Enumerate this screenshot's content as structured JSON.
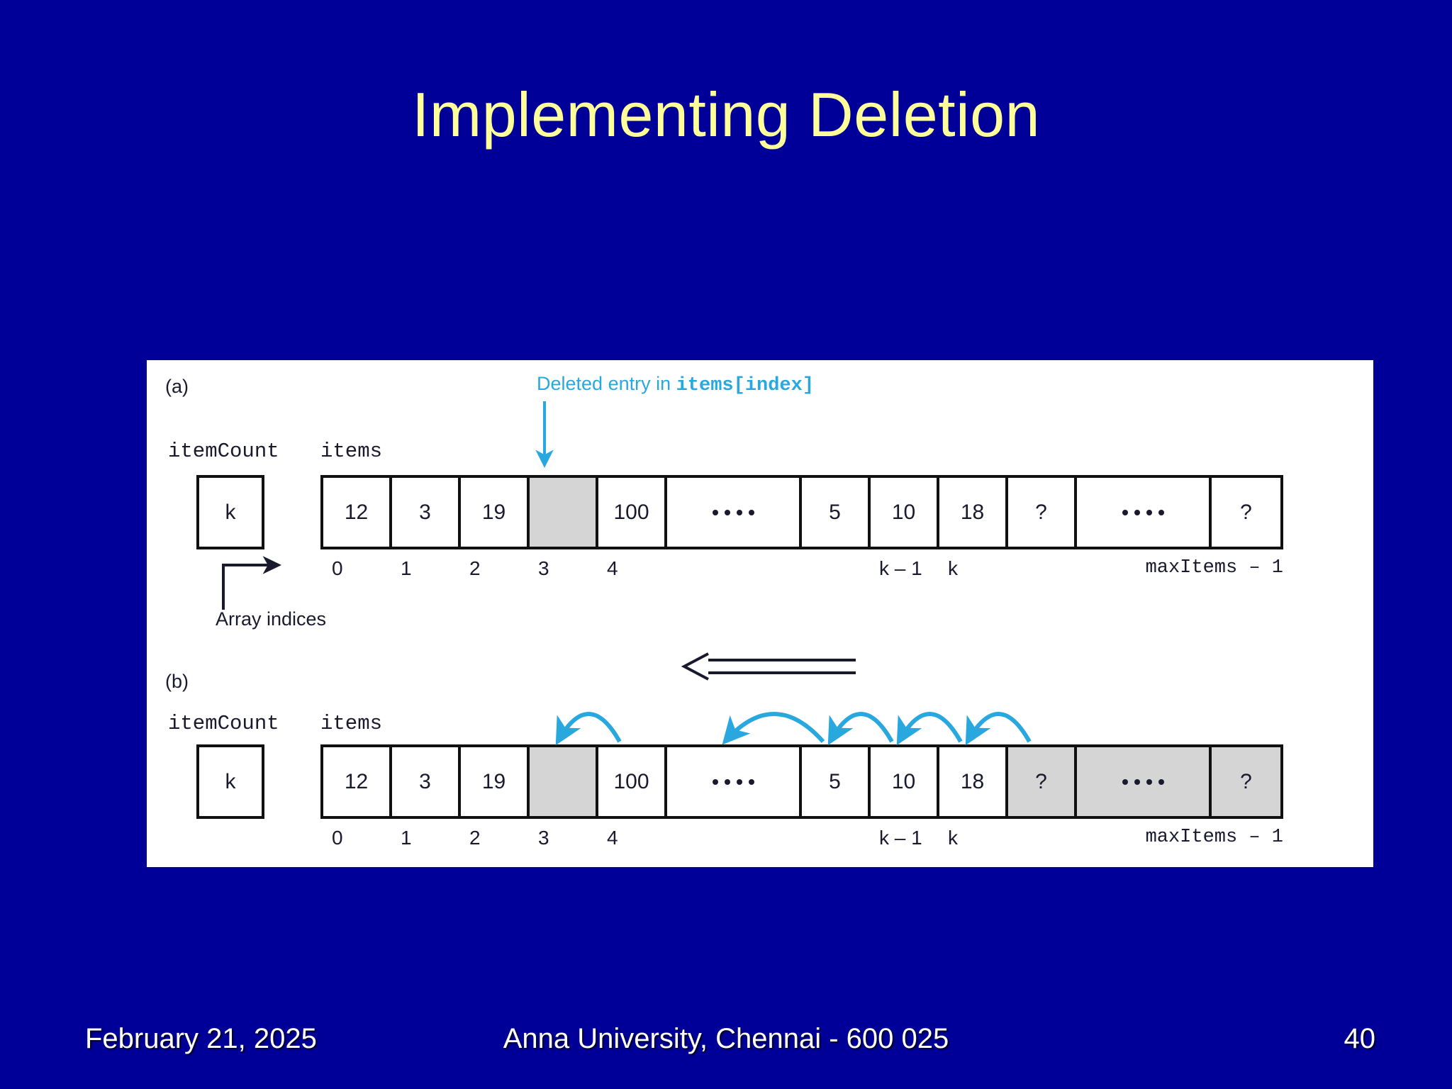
{
  "slide": {
    "title": "Implementing Deletion",
    "title_color": "#FFFF99",
    "background_color": "#000099",
    "panel_color": "#FFFFFF"
  },
  "figure": {
    "accent_color": "#29A8E0",
    "shade_color": "#D5D5D5",
    "part_a": {
      "part_label": "(a)",
      "item_count_label": "itemCount",
      "items_label": "items",
      "item_count_value": "k",
      "callout_prefix": "Deleted entry in ",
      "callout_code": "items[index]",
      "indices_note": "Array indices",
      "cells": [
        {
          "value": "12",
          "type": "value",
          "shaded": false,
          "width": 97
        },
        {
          "value": "3",
          "type": "value",
          "shaded": false,
          "width": 97
        },
        {
          "value": "19",
          "type": "value",
          "shaded": false,
          "width": 97
        },
        {
          "value": "",
          "type": "empty",
          "shaded": true,
          "width": 97
        },
        {
          "value": "100",
          "type": "value",
          "shaded": false,
          "width": 97
        },
        {
          "value": "....",
          "type": "dots",
          "shaded": false,
          "width": 190
        },
        {
          "value": "5",
          "type": "value",
          "shaded": false,
          "width": 97
        },
        {
          "value": "10",
          "type": "value",
          "shaded": false,
          "width": 97
        },
        {
          "value": "18",
          "type": "value",
          "shaded": false,
          "width": 97
        },
        {
          "value": "?",
          "type": "value",
          "shaded": false,
          "width": 97
        },
        {
          "value": "....",
          "type": "dots",
          "shaded": false,
          "width": 190
        },
        {
          "value": "?",
          "type": "value",
          "shaded": false,
          "width": 97
        }
      ],
      "index_labels": [
        {
          "text": "0",
          "cell": 0,
          "mono": false
        },
        {
          "text": "1",
          "cell": 1,
          "mono": false
        },
        {
          "text": "2",
          "cell": 2,
          "mono": false
        },
        {
          "text": "3",
          "cell": 3,
          "mono": false
        },
        {
          "text": "4",
          "cell": 4,
          "mono": false
        },
        {
          "text": "k – 1",
          "cell": 7,
          "mono": false
        },
        {
          "text": "k",
          "cell": 8,
          "mono": false
        },
        {
          "text": "maxItems – 1",
          "cell": 11,
          "mono": true
        }
      ]
    },
    "part_b": {
      "part_label": "(b)",
      "item_count_label": "itemCount",
      "items_label": "items",
      "item_count_value": "k",
      "cells": [
        {
          "value": "12",
          "type": "value",
          "shaded": false,
          "width": 97
        },
        {
          "value": "3",
          "type": "value",
          "shaded": false,
          "width": 97
        },
        {
          "value": "19",
          "type": "value",
          "shaded": false,
          "width": 97
        },
        {
          "value": "",
          "type": "empty",
          "shaded": true,
          "width": 97
        },
        {
          "value": "100",
          "type": "value",
          "shaded": false,
          "width": 97
        },
        {
          "value": "....",
          "type": "dots",
          "shaded": false,
          "width": 190
        },
        {
          "value": "5",
          "type": "value",
          "shaded": false,
          "width": 97
        },
        {
          "value": "10",
          "type": "value",
          "shaded": false,
          "width": 97
        },
        {
          "value": "18",
          "type": "value",
          "shaded": false,
          "width": 97
        },
        {
          "value": "?",
          "type": "value",
          "shaded": true,
          "width": 97
        },
        {
          "value": "....",
          "type": "dots",
          "shaded": true,
          "width": 190
        },
        {
          "value": "?",
          "type": "value",
          "shaded": true,
          "width": 97
        }
      ],
      "index_labels": [
        {
          "text": "0",
          "cell": 0,
          "mono": false
        },
        {
          "text": "1",
          "cell": 1,
          "mono": false
        },
        {
          "text": "2",
          "cell": 2,
          "mono": false
        },
        {
          "text": "3",
          "cell": 3,
          "mono": false
        },
        {
          "text": "4",
          "cell": 4,
          "mono": false
        },
        {
          "text": "k – 1",
          "cell": 7,
          "mono": false
        },
        {
          "text": "k",
          "cell": 8,
          "mono": false
        },
        {
          "text": "maxItems – 1",
          "cell": 11,
          "mono": true
        }
      ],
      "shift_arrow_count": 5,
      "shift_direction": "left"
    }
  },
  "footer": {
    "date": "February 21, 2025",
    "center": "Anna University, Chennai - 600 025",
    "page_number": "40"
  }
}
